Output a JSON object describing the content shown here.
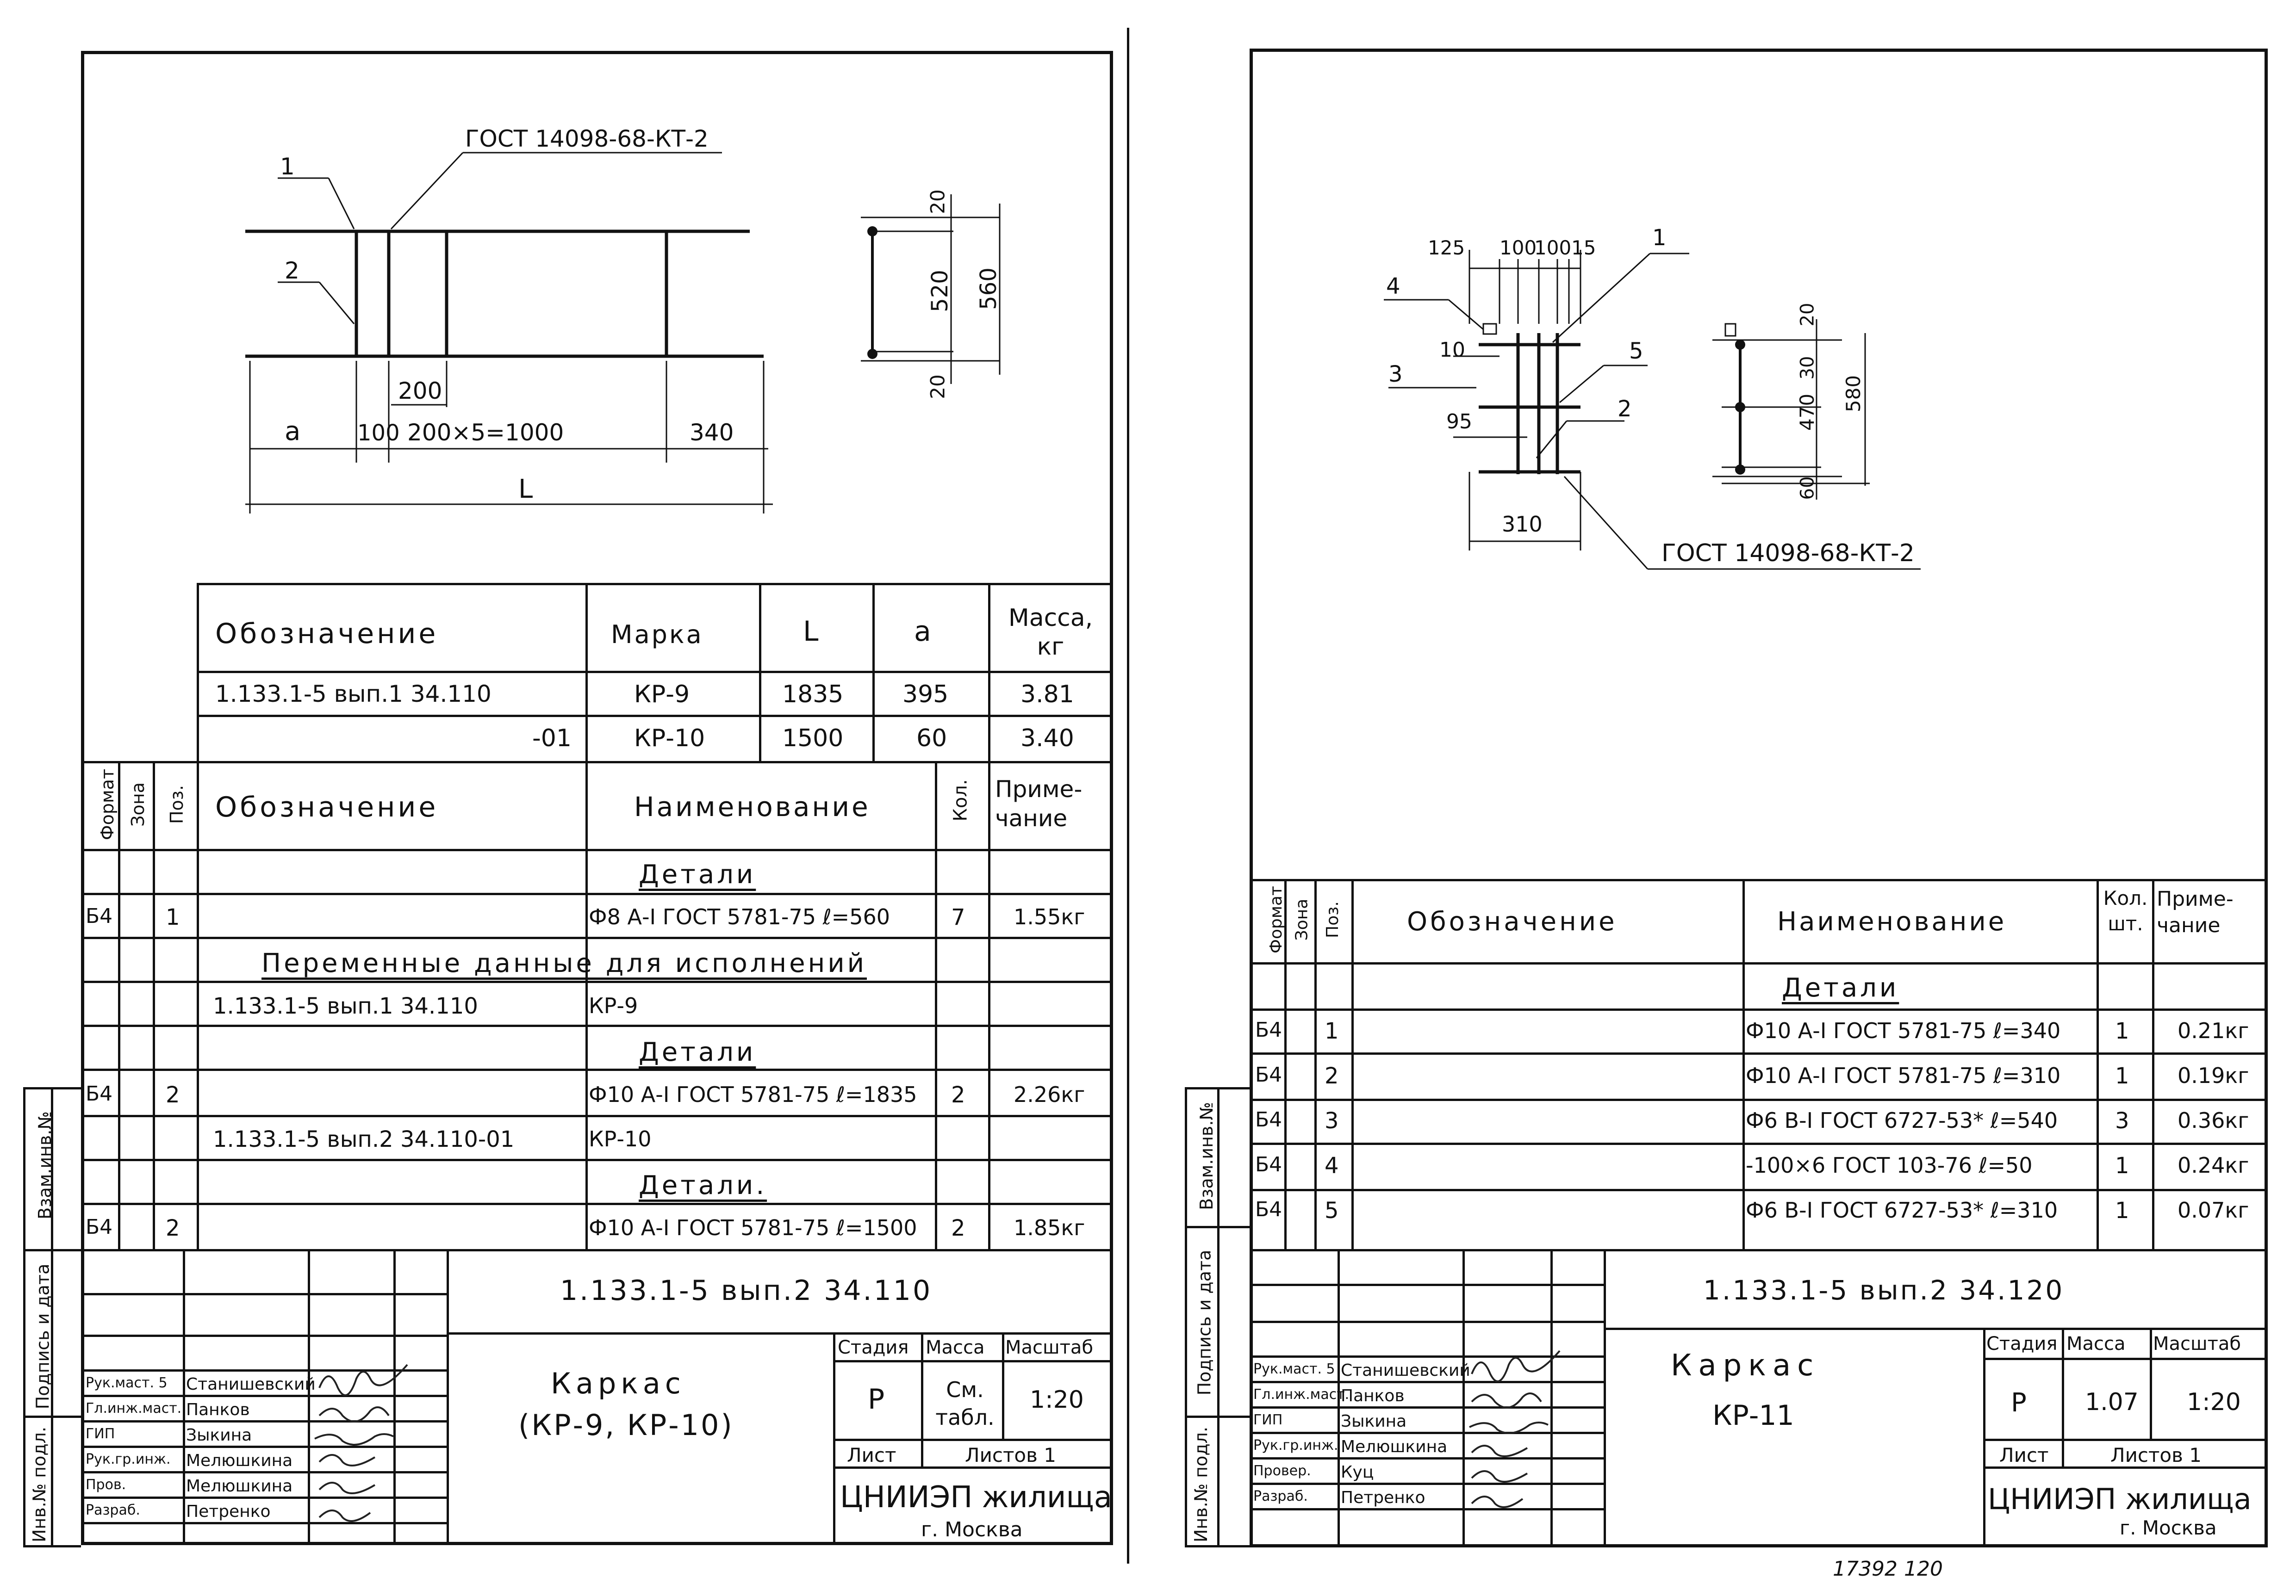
{
  "left": {
    "drawing": {
      "gost": "ГОСТ 14098-68-КТ-2",
      "pos1": "1",
      "pos2": "2",
      "dim_200": "200",
      "dim_a": "a",
      "dim_100": "100",
      "dim_chain": "200×5=1000",
      "dim_340": "340",
      "dim_L": "L",
      "sec_20top": "20",
      "sec_520": "520",
      "sec_560": "560",
      "sec_20bot": "20"
    },
    "var_table": {
      "headers": [
        "Обозначение",
        "Марка",
        "L",
        "a",
        "Масса, кг"
      ],
      "rows": [
        [
          "1.133.1-5 вып.1 34.110",
          "КР-9",
          "1835",
          "395",
          "3.81"
        ],
        [
          "-01",
          "КР-10",
          "1500",
          "60",
          "3.40"
        ]
      ]
    },
    "spec": {
      "side_headers": [
        "Формат",
        "Зона",
        "Поз."
      ],
      "headers": [
        "Обозначение",
        "Наименование",
        "Кол.",
        "Приме- чание"
      ],
      "rows": [
        {
          "fmt": "",
          "zone": "",
          "pos": "",
          "des": "",
          "name": "Детали",
          "qty": "",
          "note": ""
        },
        {
          "fmt": "Б4",
          "zone": "",
          "pos": "1",
          "des": "",
          "name": "Ф8 А-I ГОСТ 5781-75 ℓ=560",
          "qty": "7",
          "note": "1.55кг"
        },
        {
          "fmt": "",
          "zone": "",
          "pos": "",
          "des": "",
          "name": "Переменные данные для исполнений",
          "qty": "",
          "note": ""
        },
        {
          "fmt": "",
          "zone": "",
          "pos": "",
          "des": "1.133.1-5 вып.1 34.110",
          "name": "КР-9",
          "qty": "",
          "note": ""
        },
        {
          "fmt": "",
          "zone": "",
          "pos": "",
          "des": "",
          "name": "Детали",
          "qty": "",
          "note": ""
        },
        {
          "fmt": "Б4",
          "zone": "",
          "pos": "2",
          "des": "",
          "name": "Ф10 А-I ГОСТ 5781-75 ℓ=1835",
          "qty": "2",
          "note": "2.26кг"
        },
        {
          "fmt": "",
          "zone": "",
          "pos": "",
          "des": "1.133.1-5 вып.2 34.110-01",
          "name": "КР-10",
          "qty": "",
          "note": ""
        },
        {
          "fmt": "",
          "zone": "",
          "pos": "",
          "des": "",
          "name": "Детали.",
          "qty": "",
          "note": ""
        },
        {
          "fmt": "Б4",
          "zone": "",
          "pos": "2",
          "des": "",
          "name": "Ф10 А-I ГОСТ 5781-75 ℓ=1500",
          "qty": "2",
          "note": "1.85кг"
        }
      ]
    },
    "side_stamp": [
      "Инв.№ подл.",
      "Подпись и дата",
      "Взам.инв.№"
    ],
    "title_block": {
      "code": "1.133.1-5 вып.2 34.110",
      "name1": "Каркас",
      "name2": "(КР-9, КР-10)",
      "stage_h": "Стадия",
      "mass_h": "Масса",
      "scale_h": "Масштаб",
      "stage": "Р",
      "mass": "См. табл.",
      "scale": "1:20",
      "sheet": "Лист",
      "sheets": "Листов 1",
      "org": "ЦНИИЭП жилища",
      "city": "г. Москва",
      "people": [
        [
          "Рук.маст. 5",
          "Станишевский"
        ],
        [
          "Гл.инж.маст.",
          "Панков"
        ],
        [
          "ГИП",
          "Зыкина"
        ],
        [
          "Рук.гр.инж.",
          "Мелюшкина"
        ],
        [
          "Пров.",
          "Мелюшкина"
        ],
        [
          "Разраб.",
          "Петренко"
        ]
      ]
    }
  },
  "right": {
    "drawing": {
      "d125": "125",
      "d100a": "100",
      "d100b": "100",
      "d15": "15",
      "pos1": "1",
      "pos4": "4",
      "d10": "10",
      "pos3": "3",
      "pos5": "5",
      "pos2": "2",
      "d95": "95",
      "d310": "310",
      "gost": "ГОСТ 14098-68-КТ-2",
      "sec_20": "20",
      "sec_30": "30",
      "sec_470": "470",
      "sec_580": "580",
      "sec_60": "60"
    },
    "spec": {
      "side_headers": [
        "Формат",
        "Зона",
        "Поз."
      ],
      "headers": [
        "Обозначение",
        "Наименование",
        "Кол. шт.",
        "Приме- чание"
      ],
      "rows": [
        {
          "fmt": "",
          "zone": "",
          "pos": "",
          "des": "",
          "name": "Детали",
          "qty": "",
          "note": ""
        },
        {
          "fmt": "Б4",
          "zone": "",
          "pos": "1",
          "des": "",
          "name": "Ф10 А-I ГОСТ 5781-75 ℓ=340",
          "qty": "1",
          "note": "0.21кг"
        },
        {
          "fmt": "Б4",
          "zone": "",
          "pos": "2",
          "des": "",
          "name": "Ф10 А-I ГОСТ 5781-75 ℓ=310",
          "qty": "1",
          "note": "0.19кг"
        },
        {
          "fmt": "Б4",
          "zone": "",
          "pos": "3",
          "des": "",
          "name": "Ф6 В-I ГОСТ 6727-53* ℓ=540",
          "qty": "3",
          "note": "0.36кг"
        },
        {
          "fmt": "Б4",
          "zone": "",
          "pos": "4",
          "des": "",
          "name": "-100×6 ГОСТ 103-76 ℓ=50",
          "qty": "1",
          "note": "0.24кг"
        },
        {
          "fmt": "Б4",
          "zone": "",
          "pos": "5",
          "des": "",
          "name": "Ф6 В-I ГОСТ 6727-53* ℓ=310",
          "qty": "1",
          "note": "0.07кг"
        }
      ]
    },
    "side_stamp": [
      "Инв.№ подл.",
      "Подпись и дата",
      "Взам.инв.№"
    ],
    "title_block": {
      "code": "1.133.1-5 вып.2 34.120",
      "name1": "Каркас",
      "name2": "КР-11",
      "stage_h": "Стадия",
      "mass_h": "Масса",
      "scale_h": "Масштаб",
      "stage": "Р",
      "mass": "1.07",
      "scale": "1:20",
      "sheet": "Лист",
      "sheets": "Листов 1",
      "org": "ЦНИИЭП жилища",
      "city": "г. Москва",
      "people": [
        [
          "Рук.маст. 5",
          "Станишевский"
        ],
        [
          "Гл.инж.маст.",
          "Панков"
        ],
        [
          "ГИП",
          "Зыкина"
        ],
        [
          "Рук.гр.инж.",
          "Мелюшкина"
        ],
        [
          "Провер.",
          "Куц"
        ],
        [
          "Разраб.",
          "Петренко"
        ]
      ]
    },
    "footer_note": "17392   120"
  }
}
